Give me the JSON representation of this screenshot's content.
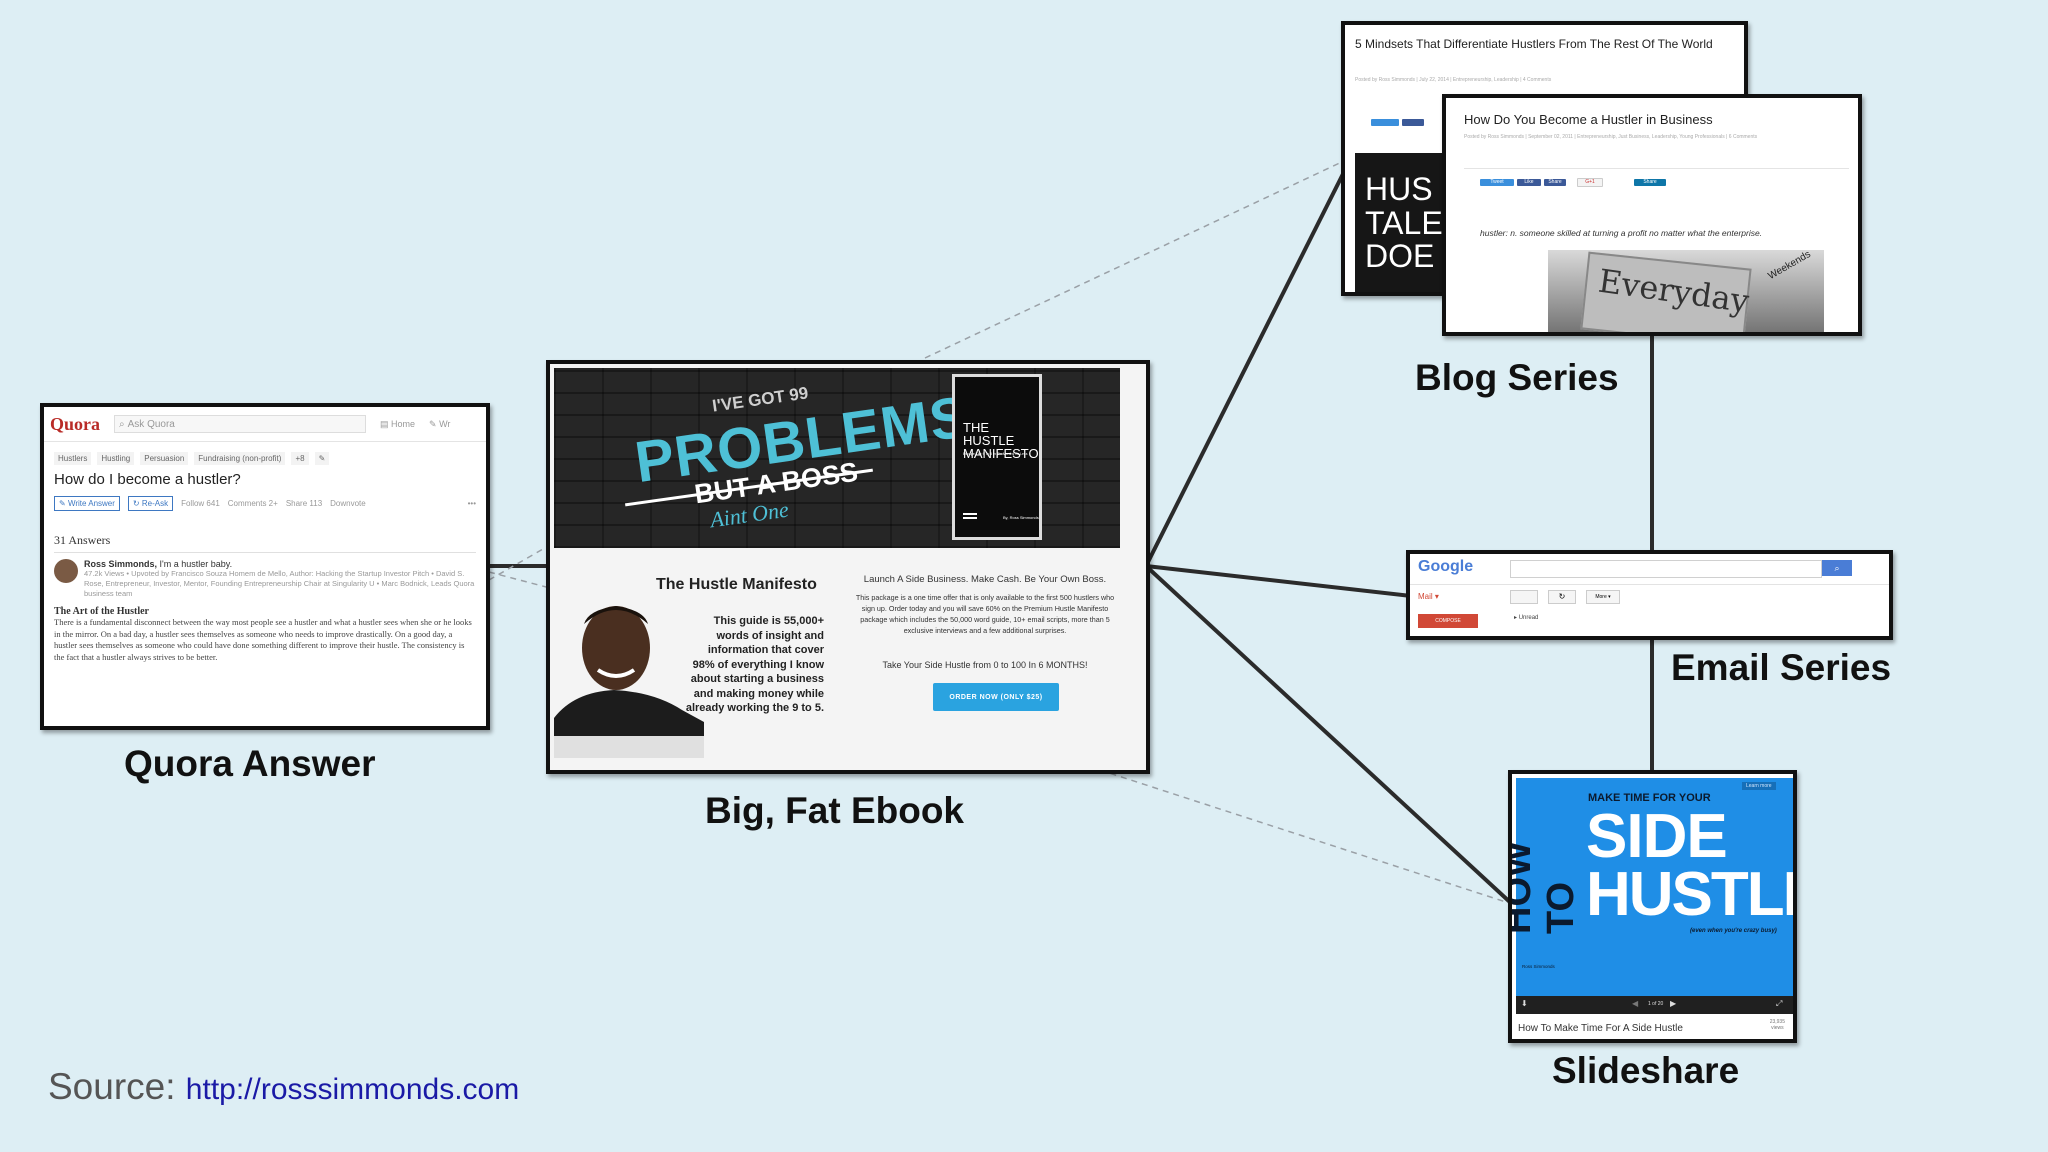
{
  "captions": {
    "quora": "Quora Answer",
    "ebook": "Big, Fat Ebook",
    "blog": "Blog Series",
    "email": "Email Series",
    "slideshare": "Slideshare"
  },
  "source": {
    "label": "Source:",
    "url": "http://rosssimmonds.com"
  },
  "quora": {
    "logo": "Quora",
    "search_placeholder": "Ask Quora",
    "nav_home": "Home",
    "nav_write": "Wr",
    "tags": [
      "Hustlers",
      "Hustling",
      "Persuasion",
      "Fundraising (non-profit)",
      "+8"
    ],
    "question": "How do I become a hustler?",
    "actions": {
      "write": "Write Answer",
      "reask": "Re-Ask",
      "follow": "Follow 641",
      "comments": "Comments 2+",
      "share": "Share 113",
      "downvote": "Downvote",
      "more": "•••"
    },
    "answers_count": "31 Answers",
    "author": "Ross Simmonds,",
    "author_bio": "I'm a hustler baby.",
    "meta": "47.2k Views • Upvoted by Francisco Souza Homem de Mello, Author: Hacking the Startup Investor Pitch • David S. Rose, Entrepreneur, Investor, Mentor, Founding Entrepreneurship Chair at Singularity U • Marc Bodnick, Leads Quora business team",
    "answer_heading": "The Art of the Hustler",
    "answer_body": "There is a fundamental disconnect between the way most people see a hustler and what a hustler sees when she or he looks in the mirror. On a bad day, a hustler sees themselves as someone who needs to improve drastically. On a good day, a hustler sees themselves as someone who could have done something different to improve their hustle. The consistency is the fact that a hustler always strives to be better."
  },
  "ebook": {
    "banner_small": "I'VE GOT 99",
    "banner_big": "PROBLEMS",
    "banner_boss": "BUT A BOSS",
    "banner_aint": "Aint One",
    "book_title": "THE HUSTLE MANIFESTO",
    "book_subtitle": "Escape The 9 To 5 In Six Months Or Less",
    "book_author": "By, Ross Simmonds",
    "heading": "The Hustle Manifesto",
    "guide_text": "This guide is 55,000+ words of insight and information that cover 98% of everything I know about starting a business and making money while already working the 9 to 5.",
    "tagline": "Launch A Side Business. Make Cash. Be Your Own Boss.",
    "offer": "This package is a one time offer that is only available to the first 500 hustlers who sign up. Order today and you will save 60% on the Premium Hustle Manifesto package which includes the 50,000 word guide, 10+ email scripts, more than 5 exclusive interviews and a few additional surprises.",
    "promise": "Take Your Side Hustle from 0 to 100 In 6 MONTHS!",
    "order_button": "ORDER NOW (ONLY $25)"
  },
  "blog": {
    "back_title": "5 Mindsets That Differentiate Hustlers From The Rest Of The World",
    "back_meta": "Posted by Ross Simmonds | July 22, 2014 | Entrepreneurship, Leadership | 4 Comments",
    "back_image_text": [
      "HUS",
      "TALE",
      "DOE"
    ],
    "front_title": "How Do You Become a Hustler in Business",
    "front_meta": "Posted by Ross Simmonds | September 02, 2011 | Entrepreneurship, Just Business, Leadership, Young Professionals | 6 Comments",
    "share_tweet": "Tweet",
    "share_like": "Like",
    "share_share": "Share",
    "share_gplus": "G+1",
    "share_in": "Share",
    "definition": "hustler: n. someone skilled at turning a profit no matter what the enterprise.",
    "image_text": "Everyday",
    "image_sign": "Weekends"
  },
  "email": {
    "logo": "Google",
    "mail": "Mail",
    "compose": "COMPOSE",
    "more": "More",
    "unread": "Unread"
  },
  "slideshare": {
    "how_to": "HOW TO",
    "make_time": "MAKE TIME FOR YOUR",
    "side": "SIDE",
    "hustle": "HUSTLE",
    "tagline": "(even when you're crazy busy)",
    "learn_more": "Learn more",
    "author": "Ross Simmonds",
    "page": "1 of 20",
    "title": "How To Make Time For A Side Hustle",
    "views_count": "23,935",
    "views_label": "views"
  },
  "colors": {
    "background": "#ddeef4",
    "quora_red": "#b92b27",
    "ebook_blue": "#4ec0d6",
    "slideshare_blue": "#1f8ee6",
    "link_blue": "#1a1aa6"
  }
}
